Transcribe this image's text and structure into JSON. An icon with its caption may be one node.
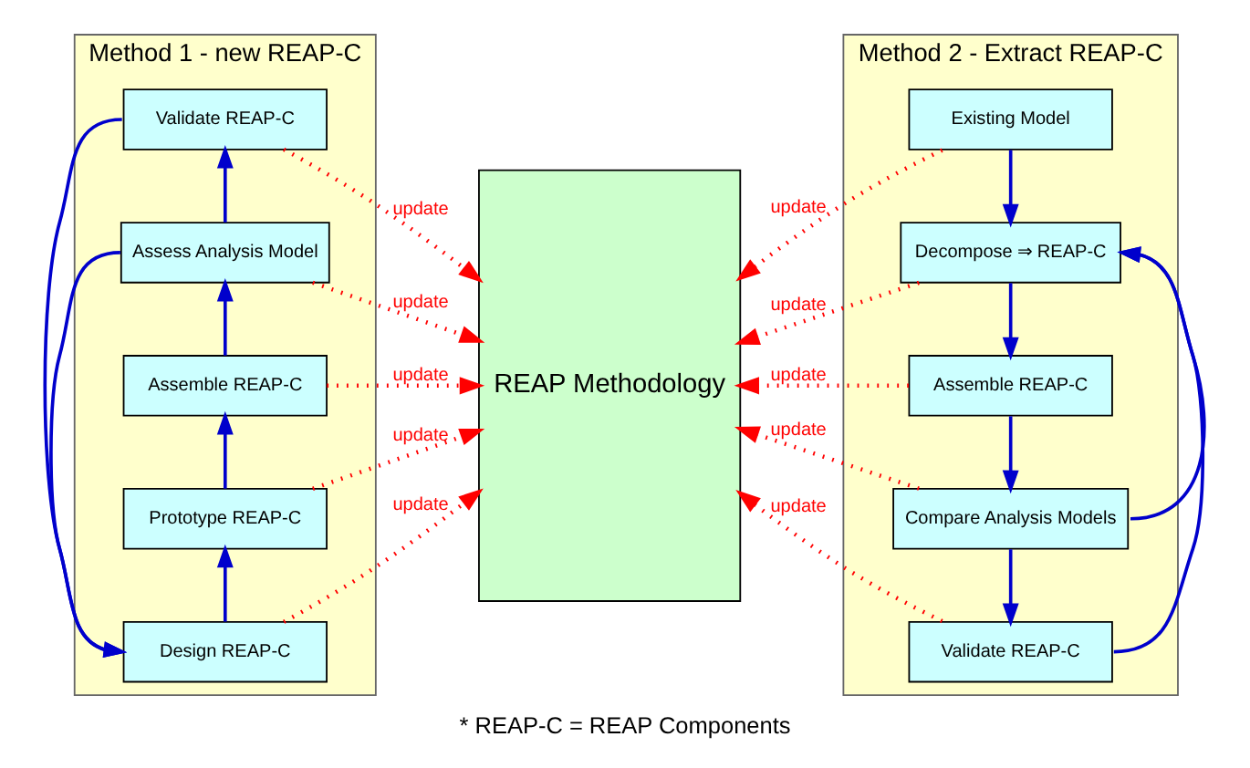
{
  "diagram": {
    "caption": "* REAP-C = REAP Components",
    "nodes": [
      {
        "text": [
          "Method 1 - new REAP-C"
        ]
      },
      {
        "text": [
          "Design REAP-C"
        ],
        "in": 0
      },
      {
        "text": [
          "Prototype REAP-C"
        ],
        "in": 0
      },
      {
        "text": [
          "Assemble REAP-C"
        ],
        "in": 0
      },
      {
        "text": [
          "Assess Analysis Model"
        ],
        "in": 0
      },
      {
        "text": [
          "Validate REAP-C"
        ],
        "in": 0
      },
      {
        "text": [
          "REAP Methodology"
        ]
      },
      {
        "text": [
          "Method 2 - Extract REAP-C"
        ]
      },
      {
        "text": [
          "Existing Model"
        ],
        "in": 7
      },
      {
        "text": [
          "Decompose ⇒ REAP-C"
        ],
        "in": 7
      },
      {
        "text": [
          "Assemble REAP-C"
        ],
        "in": 7
      },
      {
        "text": [
          "Compare Analysis Models"
        ],
        "in": 7
      },
      {
        "text": [
          "Validate REAP-C"
        ],
        "in": 7
      }
    ],
    "edges": [
      {
        "from": 1,
        "to": 2,
        "arrow": "to",
        "color": "#0000cc"
      },
      {
        "from": 2,
        "to": 3,
        "arrow": "to",
        "color": "#0000cc"
      },
      {
        "from": 3,
        "to": 4,
        "arrow": "to",
        "color": "#0000cc"
      },
      {
        "from": 4,
        "to": 5,
        "arrow": "to",
        "color": "#0000cc"
      },
      {
        "from": 4,
        "to": 1,
        "arrow": "to",
        "color": "#0000cc"
      },
      {
        "from": 5,
        "to": 1,
        "arrow": "to",
        "color": "#0000cc"
      },
      {
        "from": 8,
        "to": 9,
        "arrow": "to",
        "color": "#0000cc"
      },
      {
        "from": 9,
        "to": 10,
        "arrow": "to",
        "color": "#0000cc"
      },
      {
        "from": 10,
        "to": 11,
        "arrow": "to",
        "color": "#0000cc"
      },
      {
        "from": 11,
        "to": 12,
        "arrow": "to",
        "color": "#0000cc"
      },
      {
        "from": 11,
        "to": 9,
        "arrow": "to",
        "color": "#0000cc"
      },
      {
        "from": 12,
        "to": 9,
        "arrow": "to",
        "color": "#0000cc"
      },
      {
        "from": 1,
        "to": 6,
        "arrow": "to",
        "label": "update",
        "style": "dashed",
        "color": "#ff0000"
      },
      {
        "from": 2,
        "to": 6,
        "arrow": "to",
        "label": "update",
        "style": "dashed",
        "color": "#ff0000"
      },
      {
        "from": 3,
        "to": 6,
        "arrow": "to",
        "label": "update",
        "style": "dashed",
        "color": "#ff0000"
      },
      {
        "from": 4,
        "to": 6,
        "arrow": "to",
        "label": "update",
        "style": "dashed",
        "color": "#ff0000"
      },
      {
        "from": 5,
        "to": 6,
        "arrow": "to",
        "label": "update",
        "style": "dashed",
        "color": "#ff0000"
      },
      {
        "from": 8,
        "to": 6,
        "arrow": "to",
        "label": "update",
        "style": "dashed",
        "color": "#ff0000"
      },
      {
        "from": 9,
        "to": 6,
        "arrow": "to",
        "label": "update",
        "style": "dashed",
        "color": "#ff0000"
      },
      {
        "from": 10,
        "to": 6,
        "arrow": "to",
        "label": "update",
        "style": "dashed",
        "color": "#ff0000"
      },
      {
        "from": 11,
        "to": 6,
        "arrow": "to",
        "label": "update",
        "style": "dashed",
        "color": "#ff0000"
      },
      {
        "from": 12,
        "to": 6,
        "arrow": "to",
        "label": "update",
        "style": "dashed",
        "color": "#ff0000"
      }
    ]
  }
}
